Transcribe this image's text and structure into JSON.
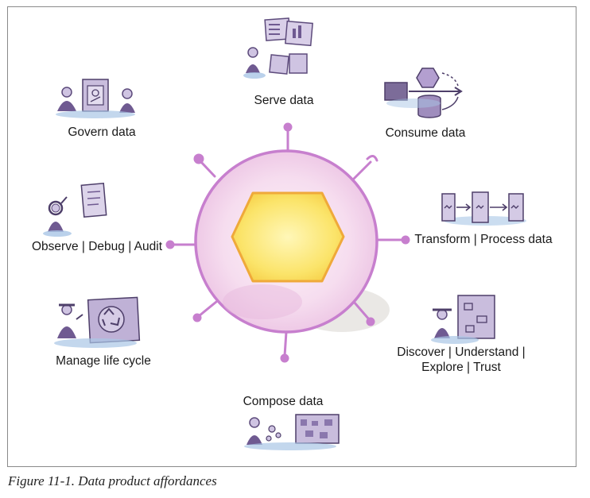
{
  "figure": {
    "caption": "Figure 11-1. Data product affordances"
  },
  "affordances": [
    {
      "id": "serve",
      "label": "Serve data",
      "icon": "dashboard-icon"
    },
    {
      "id": "consume",
      "label": "Consume data",
      "icon": "data-pipeline-icon"
    },
    {
      "id": "transform",
      "label": "Transform | Process data",
      "icon": "transform-steps-icon"
    },
    {
      "id": "discover",
      "label_line1": "Discover | Understand |",
      "label_line2": "Explore | Trust",
      "icon": "explorer-map-icon"
    },
    {
      "id": "compose",
      "label": "Compose data",
      "icon": "compose-board-icon"
    },
    {
      "id": "lifecycle",
      "label": "Manage life cycle",
      "icon": "recycle-icon"
    },
    {
      "id": "observe",
      "label": "Observe | Debug | Audit",
      "icon": "magnifier-icon"
    },
    {
      "id": "govern",
      "label": "Govern data",
      "icon": "policy-board-icon"
    }
  ],
  "colors": {
    "circle_stroke": "#c77fce",
    "circle_fill": "#f7e3f3",
    "hexagon_fill": "#fbe36b",
    "hexagon_stroke": "#efa93a",
    "icon_purple": "#6f5a91",
    "icon_blue": "#a9c6e6"
  }
}
